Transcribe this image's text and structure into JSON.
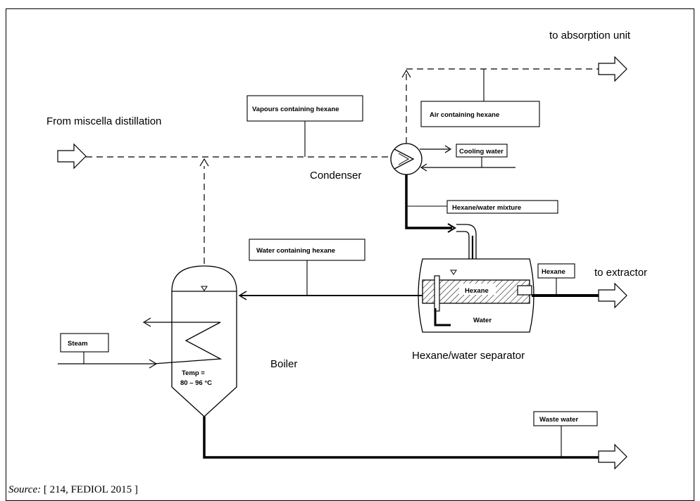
{
  "diagram": {
    "labels": {
      "from_miscella": "From miscella distillation",
      "to_absorption": "to absorption unit",
      "condenser": "Condenser",
      "boiler": "Boiler",
      "separator": "Hexane/water separator",
      "to_extractor": "to extractor"
    },
    "boxes": {
      "vapours": "Vapours containing hexane",
      "air": "Air containing hexane",
      "cooling": "Cooling water",
      "mixture": "Hexane/water mixture",
      "water_hexane": "Water containing hexane",
      "hexane_out": "Hexane",
      "steam": "Steam",
      "waste": "Waste water"
    },
    "vessel_labels": {
      "hexane_layer": "Hexane",
      "water_layer": "Water",
      "temp_label": "Temp =",
      "temp_range": "80 – 96 °C"
    }
  },
  "source": {
    "prefix": "Source:",
    "text": "[ 214, FEDIOL 2015 ]"
  }
}
